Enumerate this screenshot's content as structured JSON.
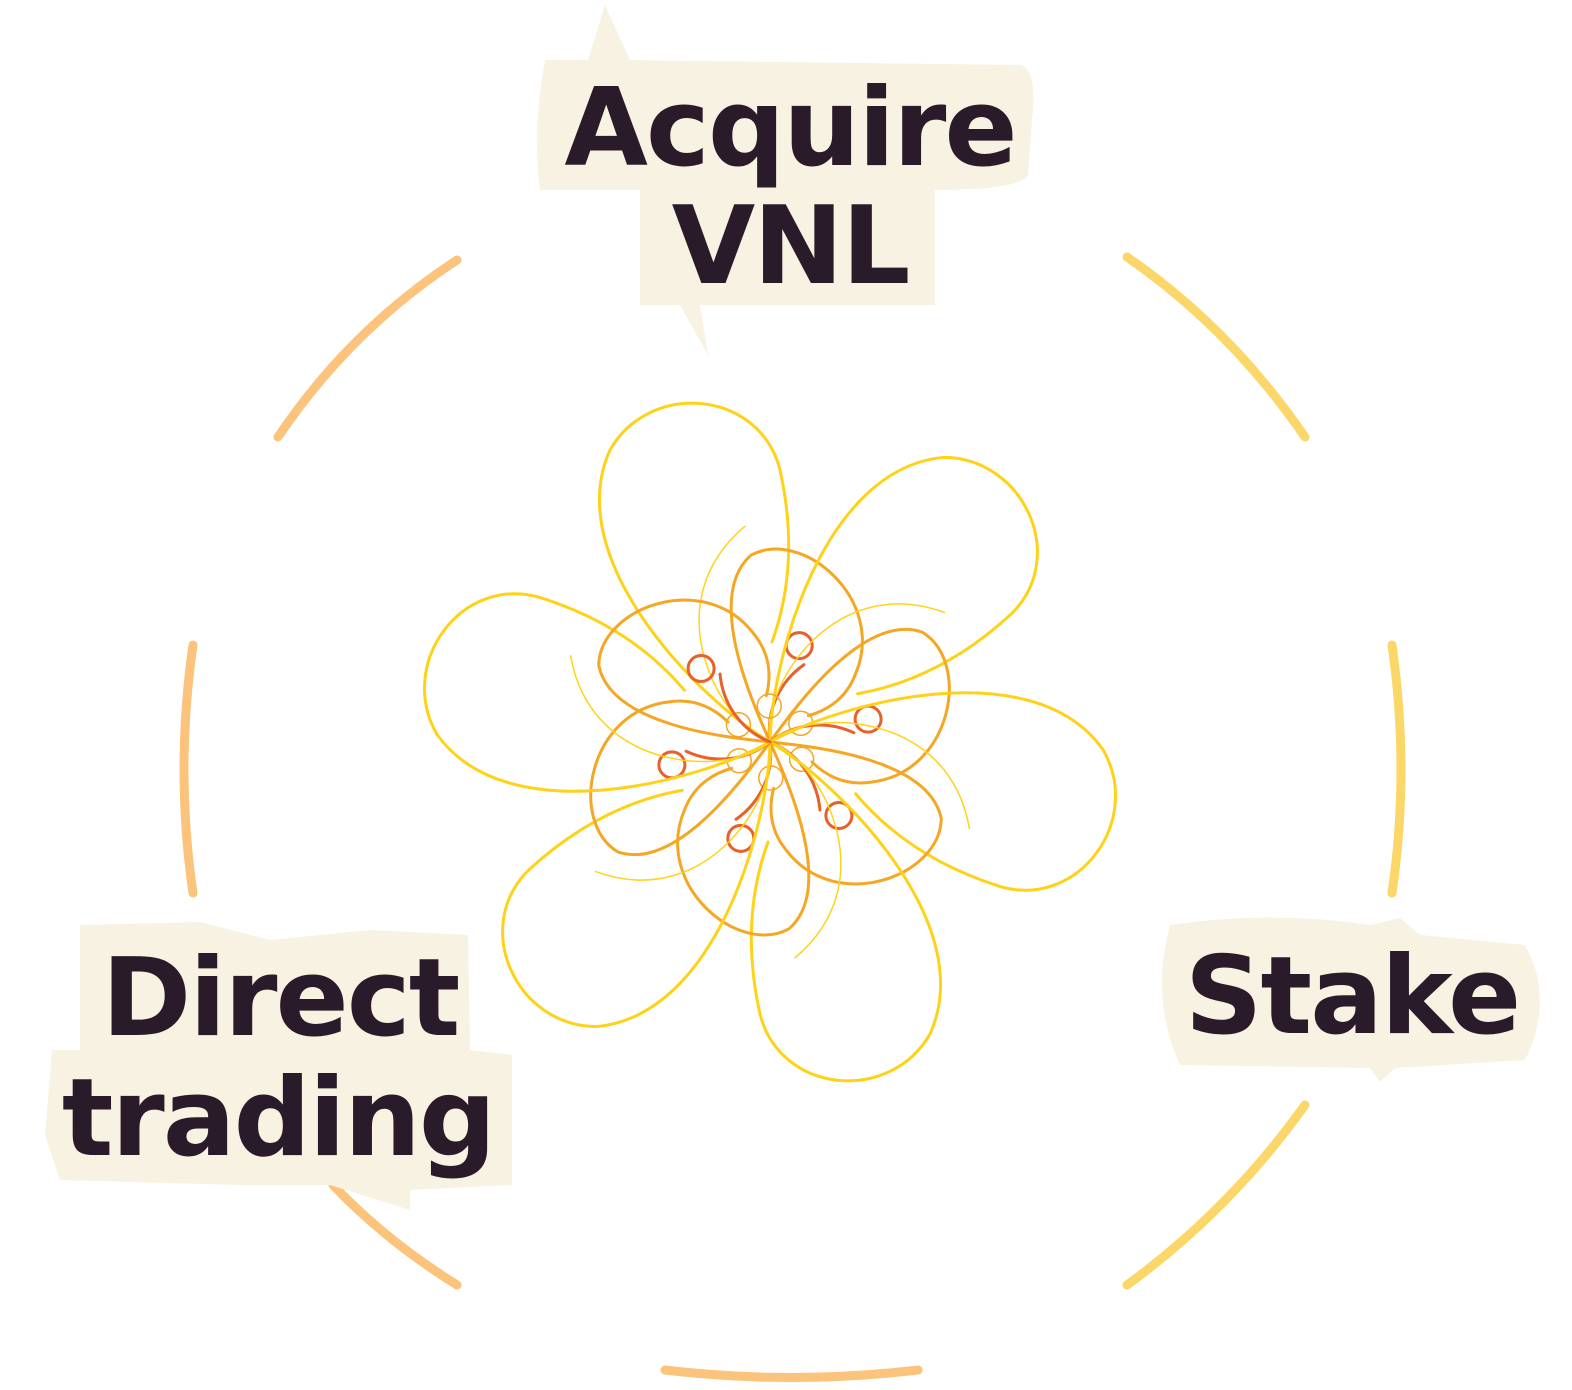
{
  "diagram": {
    "nodes": [
      {
        "id": "acquire",
        "lines": [
          "Acquire",
          "VNL"
        ]
      },
      {
        "id": "stake",
        "lines": [
          "Stake"
        ]
      },
      {
        "id": "direct-trading",
        "lines": [
          "Direct",
          "trading"
        ]
      }
    ]
  },
  "colors": {
    "label_text": "#2a1b2b",
    "label_background": "#f8f2e2",
    "ring_warm": "#fcc37c",
    "ring_gold": "#fbd669",
    "flower_yellow": "#ffd21a",
    "flower_orange": "#f5a623",
    "flower_red": "#e8602a"
  }
}
